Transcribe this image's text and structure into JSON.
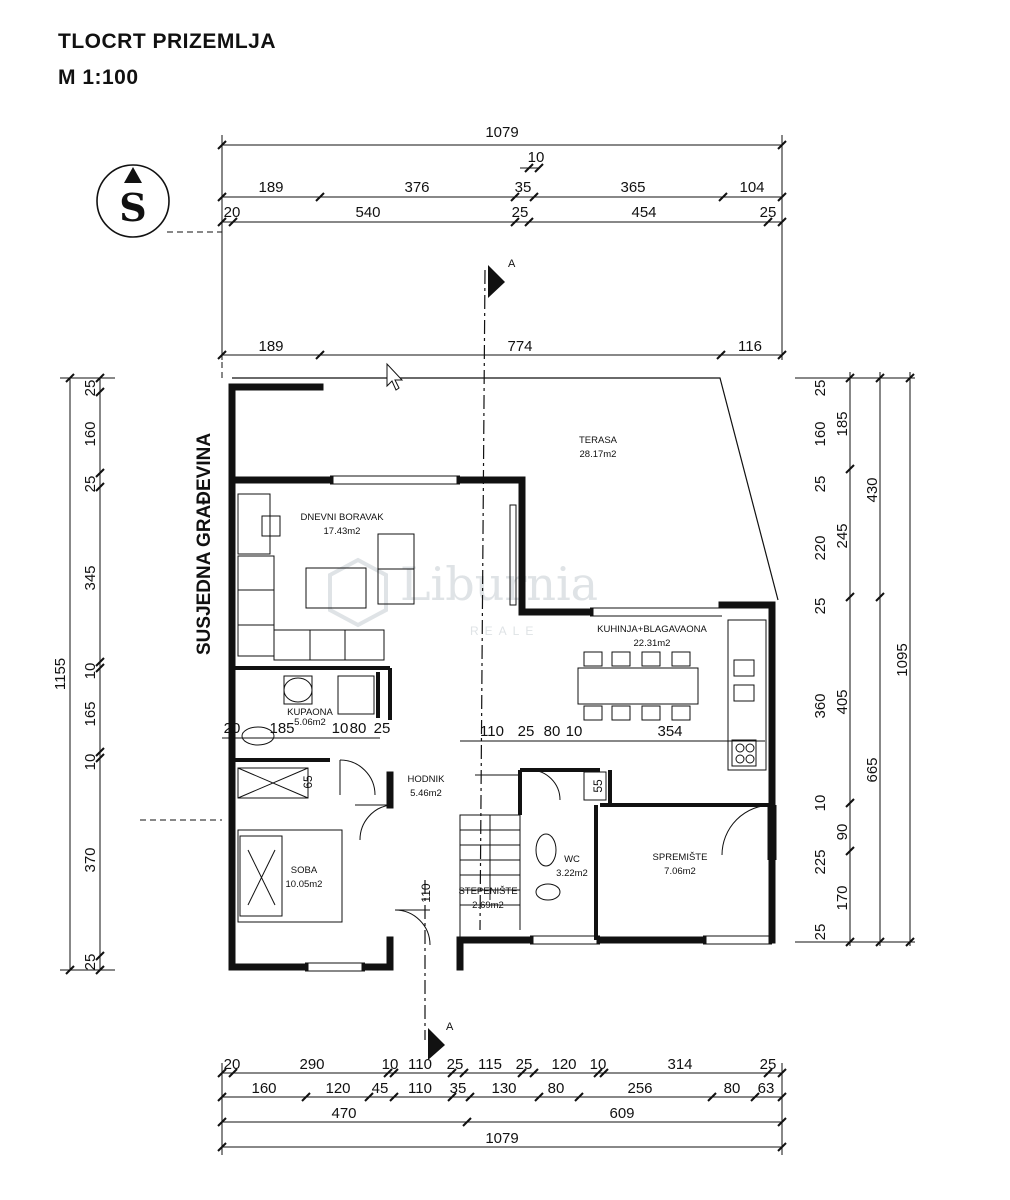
{
  "title": "TLOCRT PRIZEMLJA",
  "scale": "M 1:100",
  "north_symbol": "S",
  "neighbor_label": "SUSJEDNA GRAĐEVINA",
  "section_marker": "A",
  "watermark": {
    "name": "Liburnia",
    "sub": "REALE"
  },
  "rooms": [
    {
      "name": "TERASA",
      "area": "28.17m2"
    },
    {
      "name": "DNEVNI BORAVAK",
      "area": "17.43m2"
    },
    {
      "name": "KUHINJA+BLAGAVAONA",
      "area": "22.31m2"
    },
    {
      "name": "KUPAONA",
      "area": "5.06m2"
    },
    {
      "name": "HODNIK",
      "area": "5.46m2"
    },
    {
      "name": "SOBA",
      "area": "10.05m2"
    },
    {
      "name": "STEPENIŠTE",
      "area": "2.69m2"
    },
    {
      "name": "WC",
      "area": "3.22m2"
    },
    {
      "name": "SPREMIŠTE",
      "area": "7.06m2"
    }
  ],
  "dims": {
    "top_total": "1079",
    "top_row_a": [
      "10"
    ],
    "top_row_b": [
      "189",
      "376",
      "35",
      "365",
      "104"
    ],
    "top_row_c": [
      "20",
      "540",
      "25",
      "454",
      "25"
    ],
    "upper": [
      "189",
      "774",
      "116"
    ],
    "left_inner": [
      "25",
      "160",
      "25",
      "345",
      "10",
      "165",
      "10",
      "370",
      "25"
    ],
    "left_total": "1155",
    "right_inner": [
      "25",
      "160",
      "25",
      "220",
      "25",
      "360",
      "10",
      "225",
      "25"
    ],
    "right_mid": [
      "185",
      "245",
      "405",
      "90",
      "170"
    ],
    "right_outer_a": [
      "430",
      "665"
    ],
    "right_outer_b": "1095",
    "interior_row_1": [
      "20",
      "185",
      "10",
      "80",
      "25"
    ],
    "interior_row_2": [
      "110",
      "25",
      "80",
      "10",
      "354"
    ],
    "small": [
      "65",
      "55",
      "110"
    ],
    "bottom_row_1": [
      "20",
      "290",
      "10",
      "110",
      "25",
      "115",
      "25",
      "120",
      "10",
      "314",
      "25"
    ],
    "bottom_row_2": [
      "160",
      "120",
      "45",
      "110",
      "35",
      "130",
      "80",
      "256",
      "80",
      "63"
    ],
    "bottom_row_3": [
      "470",
      "609"
    ],
    "bottom_total": "1079"
  }
}
